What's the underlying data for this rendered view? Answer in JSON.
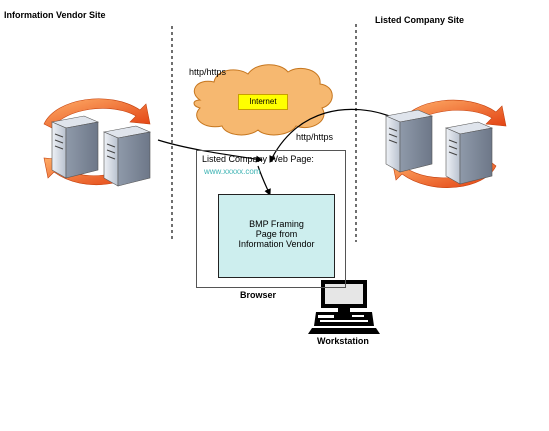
{
  "sites": {
    "left_title": "Information Vendor Site",
    "right_title": "Listed Company Site"
  },
  "network": {
    "protocol_top": "http/https",
    "protocol_right": "http/https",
    "internet_label": "Internet"
  },
  "browser": {
    "page_title": "Listed Company Web Page:",
    "page_url": "www.xxxxx.com",
    "bmp_lines": [
      "BMP Framing",
      "Page from",
      "Information Vendor"
    ],
    "label": "Browser"
  },
  "workstation": {
    "label": "Workstation"
  },
  "colors": {
    "cloud_fill": "#f6b870",
    "cloud_stroke": "#c6761e",
    "internet_fill": "#ffff00",
    "bmp_fill": "#cdeeee",
    "url_text": "#3db3b3",
    "arrow_orange": "#e8561a",
    "server_body": "#cfd6e0"
  },
  "icons": {
    "left_servers": "server-icon",
    "right_servers": "server-icon",
    "workstation": "computer-icon",
    "cloud": "cloud-icon"
  }
}
